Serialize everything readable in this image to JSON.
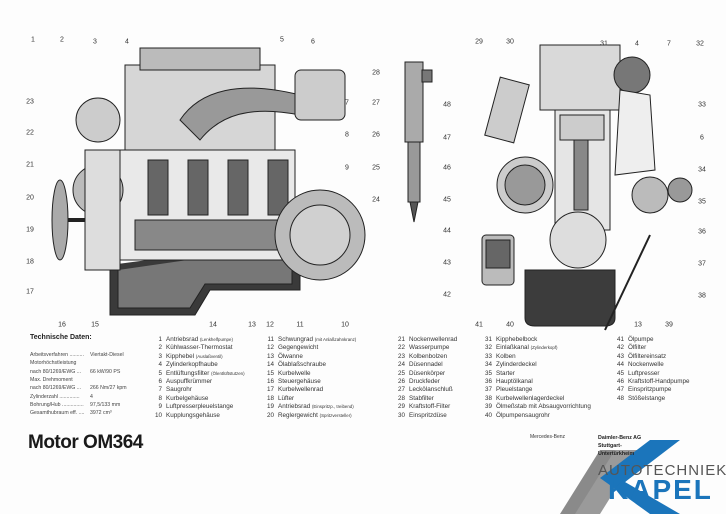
{
  "callouts": {
    "left_engine": [
      "1",
      "2",
      "3",
      "4",
      "5",
      "6",
      "7",
      "8",
      "9",
      "10",
      "11",
      "12",
      "13",
      "14",
      "15",
      "16",
      "17",
      "18",
      "19",
      "20",
      "21",
      "22",
      "23"
    ],
    "injector": [
      "24",
      "25",
      "26",
      "27",
      "28"
    ],
    "right_engine": [
      "29",
      "30",
      "31",
      "4",
      "7",
      "32",
      "33",
      "6",
      "34",
      "35",
      "36",
      "37",
      "38",
      "39",
      "13",
      "40",
      "41",
      "42",
      "43",
      "44",
      "45",
      "46",
      "47",
      "48"
    ]
  },
  "technical_data": {
    "title": "Technische Daten:",
    "rows": [
      {
        "label": "Arbeitsverfahren ..........",
        "value": "Viertakt-Diesel"
      },
      {
        "label": "Motorhöchstleistung",
        "value": ""
      },
      {
        "label": "   nach 80/1269/EWG ...",
        "value": "66 kW/90 PS"
      },
      {
        "label": "Max. Drehmoment",
        "value": ""
      },
      {
        "label": "   nach 80/1269/EWG ...",
        "value": "266 Nm/27 kpm"
      },
      {
        "label": "Zylinderzahl ..............",
        "value": "4"
      },
      {
        "label": "Bohrung/Hub ...............",
        "value": "97,5/133 mm"
      },
      {
        "label": "Gesamthubraum eff. ....",
        "value": "3972 cm³"
      }
    ]
  },
  "legend": [
    {
      "n": "1",
      "label": "Antriebsrad",
      "note": "(Lenkhelfpumpe)"
    },
    {
      "n": "2",
      "label": "Kühlwasser-Thermostat",
      "note": ""
    },
    {
      "n": "3",
      "label": "Kipphebel",
      "note": "(Auslaßventil)"
    },
    {
      "n": "4",
      "label": "Zylinderkopfhaube",
      "note": ""
    },
    {
      "n": "5",
      "label": "Entlüftungsfilter",
      "note": "(Ölentlüftstutzen)"
    },
    {
      "n": "6",
      "label": "Auspuffkrümmer",
      "note": ""
    },
    {
      "n": "7",
      "label": "Saugrohr",
      "note": ""
    },
    {
      "n": "8",
      "label": "Kurbelgehäuse",
      "note": ""
    },
    {
      "n": "9",
      "label": "Luftpresserpleuelstange",
      "note": ""
    },
    {
      "n": "10",
      "label": "Kupplungsgehäuse",
      "note": ""
    },
    {
      "n": "11",
      "label": "Schwungrad",
      "note": "(mit Anlaßzahnkranz)"
    },
    {
      "n": "12",
      "label": "Gegengewicht",
      "note": ""
    },
    {
      "n": "13",
      "label": "Ölwanne",
      "note": ""
    },
    {
      "n": "14",
      "label": "Ölablaßschraube",
      "note": ""
    },
    {
      "n": "15",
      "label": "Kurbelwelle",
      "note": ""
    },
    {
      "n": "16",
      "label": "Steuergehäuse",
      "note": ""
    },
    {
      "n": "17",
      "label": "Kurbelwellenrad",
      "note": ""
    },
    {
      "n": "18",
      "label": "Lüfter",
      "note": ""
    },
    {
      "n": "19",
      "label": "Antriebsrad",
      "note": "(Einspritzp., treibend)"
    },
    {
      "n": "20",
      "label": "Reglergewicht",
      "note": "(Spritzversteller)"
    },
    {
      "n": "21",
      "label": "Nockenwellenrad",
      "note": ""
    },
    {
      "n": "22",
      "label": "Wasserpumpe",
      "note": ""
    },
    {
      "n": "23",
      "label": "Kolbenbolzen",
      "note": ""
    },
    {
      "n": "24",
      "label": "Düsennadel",
      "note": ""
    },
    {
      "n": "25",
      "label": "Düsenkörper",
      "note": ""
    },
    {
      "n": "26",
      "label": "Druckfeder",
      "note": ""
    },
    {
      "n": "27",
      "label": "Leckölanschluß",
      "note": ""
    },
    {
      "n": "28",
      "label": "Stabfilter",
      "note": ""
    },
    {
      "n": "29",
      "label": "Kraftstoff-Filter",
      "note": ""
    },
    {
      "n": "30",
      "label": "Einspritzdüse",
      "note": ""
    },
    {
      "n": "31",
      "label": "Kipphebelbock",
      "note": ""
    },
    {
      "n": "32",
      "label": "Einlaßkanal",
      "note": "(Zylinderkopf)"
    },
    {
      "n": "33",
      "label": "Kolben",
      "note": ""
    },
    {
      "n": "34",
      "label": "Zylinderdeckel",
      "note": ""
    },
    {
      "n": "35",
      "label": "Starter",
      "note": ""
    },
    {
      "n": "36",
      "label": "Hauptölkanal",
      "note": ""
    },
    {
      "n": "37",
      "label": "Pleuelstange",
      "note": ""
    },
    {
      "n": "38",
      "label": "Kurbelwellenlagerdeckel",
      "note": ""
    },
    {
      "n": "39",
      "label": "Ölmeßstab mit Absaugvorrichtung",
      "note": ""
    },
    {
      "n": "40",
      "label": "Ölpumpensaugrohr",
      "note": ""
    },
    {
      "n": "41",
      "label": "Ölpumpe",
      "note": ""
    },
    {
      "n": "42",
      "label": "Ölfilter",
      "note": ""
    },
    {
      "n": "43",
      "label": "Ölfiltereinsatz",
      "note": ""
    },
    {
      "n": "44",
      "label": "Nockenwelle",
      "note": ""
    },
    {
      "n": "45",
      "label": "Luftpresser",
      "note": ""
    },
    {
      "n": "46",
      "label": "Kraftstoff-Handpumpe",
      "note": ""
    },
    {
      "n": "47",
      "label": "Einspritzpumpe",
      "note": ""
    },
    {
      "n": "48",
      "label": "Stößelstange",
      "note": ""
    }
  ],
  "title": "Motor OM364",
  "publisher": {
    "brand": "Mercedes-Benz",
    "company": "Daimler-Benz AG",
    "city": "Stuttgart-",
    "district": "Untertürkheim"
  },
  "watermark": {
    "line1": "AUTOTECHNIEK",
    "line2": "KAPEL",
    "colors": {
      "gray": "#8a8a8a",
      "blue": "#1b75bb"
    }
  }
}
